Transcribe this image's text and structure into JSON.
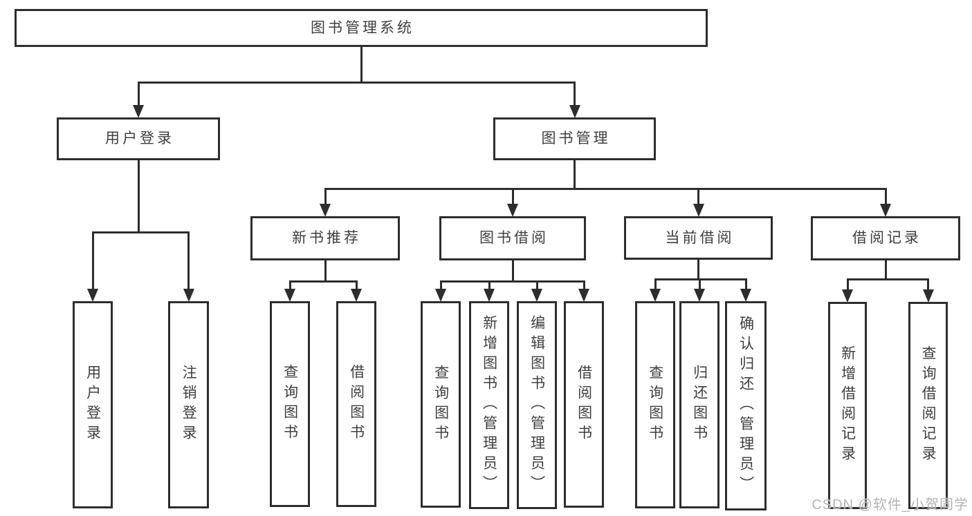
{
  "watermark": "CSDN @软件_小贺同学",
  "colors": {
    "line": "#2d2d2d",
    "box_border": "#2d2d2d",
    "text": "#3e3e42",
    "watermark": "#b4b4b4",
    "background": "#ffffff"
  },
  "diagram": {
    "type": "hierarchy-tree",
    "root_label": "图书管理系统",
    "nodes": [
      {
        "id": "root",
        "label": "图书管理系统",
        "parent": null,
        "vertical": false
      },
      {
        "id": "user-login",
        "label": "用户登录",
        "parent": "root",
        "vertical": false
      },
      {
        "id": "book-mgmt",
        "label": "图书管理",
        "parent": "root",
        "vertical": false
      },
      {
        "id": "new-book-rec",
        "label": "新书推荐",
        "parent": "book-mgmt",
        "vertical": false
      },
      {
        "id": "book-borrow",
        "label": "图书借阅",
        "parent": "book-mgmt",
        "vertical": false
      },
      {
        "id": "current-borrow",
        "label": "当前借阅",
        "parent": "book-mgmt",
        "vertical": false
      },
      {
        "id": "borrow-records",
        "label": "借阅记录",
        "parent": "book-mgmt",
        "vertical": false
      },
      {
        "id": "leaf-user-login",
        "label": "用户登录",
        "parent": "user-login",
        "vertical": true
      },
      {
        "id": "leaf-logout",
        "label": "注销登录",
        "parent": "user-login",
        "vertical": true
      },
      {
        "id": "leaf-query-books-1",
        "label": "查询图书",
        "parent": "new-book-rec",
        "vertical": true
      },
      {
        "id": "leaf-borrow-books-1",
        "label": "借阅图书",
        "parent": "new-book-rec",
        "vertical": true
      },
      {
        "id": "leaf-query-books-2",
        "label": "查询图书",
        "parent": "book-borrow",
        "vertical": true
      },
      {
        "id": "leaf-add-books",
        "label": "新增图书（管理员）",
        "parent": "book-borrow",
        "vertical": true
      },
      {
        "id": "leaf-edit-books",
        "label": "编辑图书（管理员）",
        "parent": "book-borrow",
        "vertical": true
      },
      {
        "id": "leaf-borrow-books-2",
        "label": "借阅图书",
        "parent": "book-borrow",
        "vertical": true
      },
      {
        "id": "leaf-query-books-3",
        "label": "查询图书",
        "parent": "current-borrow",
        "vertical": true
      },
      {
        "id": "leaf-return-books",
        "label": "归还图书",
        "parent": "current-borrow",
        "vertical": true
      },
      {
        "id": "leaf-confirm-return",
        "label": "确认归还（管理员）",
        "parent": "current-borrow",
        "vertical": true
      },
      {
        "id": "leaf-add-borrow-record",
        "label": "新增借阅记录",
        "parent": "borrow-records",
        "vertical": true
      },
      {
        "id": "leaf-query-borrow-record",
        "label": "查询借阅记录",
        "parent": "borrow-records",
        "vertical": true
      }
    ]
  }
}
